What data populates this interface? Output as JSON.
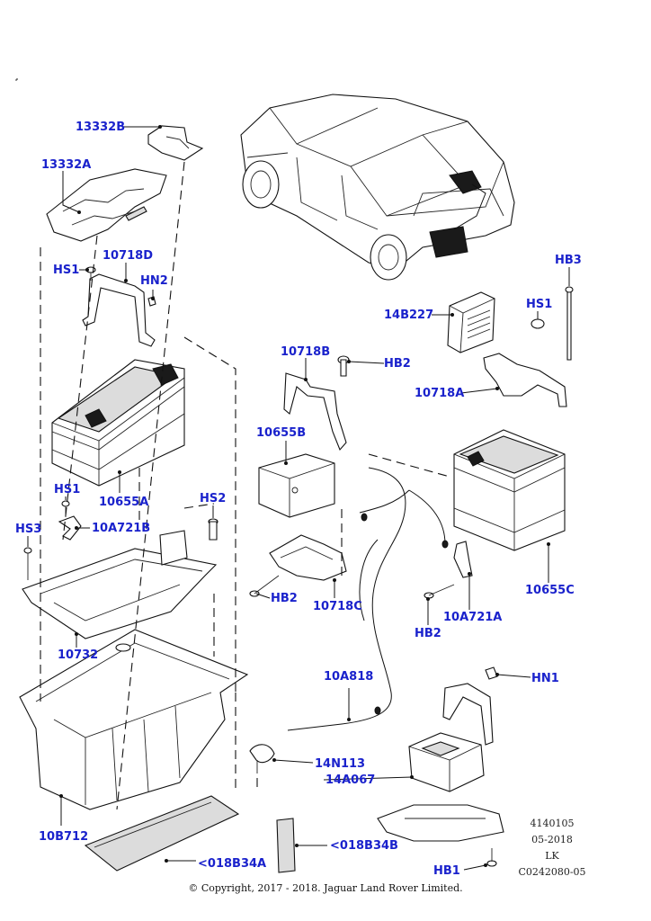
{
  "labels": {
    "p13332B": "13332B",
    "p13332A": "13332A",
    "hs1_top": "HS1",
    "p10718D": "10718D",
    "hn2": "HN2",
    "p10655A": "10655A",
    "hs1_mid": "HS1",
    "p10A721B": "10A721B",
    "hs3": "HS3",
    "hs2": "HS2",
    "p10732": "10732",
    "p10B712": "10B712",
    "p018B34A": "<018B34A",
    "p018B34B": "<018B34B",
    "p14N113": "14N113",
    "p14A067": "14A067",
    "p10A818": "10A818",
    "hb2_left": "HB2",
    "p10718C": "10718C",
    "p10655B": "10655B",
    "p10718B": "10718B",
    "hb2_top": "HB2",
    "p14B227": "14B227",
    "hs1_right": "HS1",
    "hb3": "HB3",
    "p10718A": "10718A",
    "p10655C": "10655C",
    "p10A721A": "10A721A",
    "hb2_right": "HB2",
    "hn1": "HN1",
    "hb1": "HB1"
  },
  "meta": {
    "line1": "4140105",
    "line2": "05-2018",
    "line3": "LK",
    "line4": "C0242080-05"
  },
  "copyright": "© Copyright, 2017 - 2018. Jaguar Land Rover Limited."
}
